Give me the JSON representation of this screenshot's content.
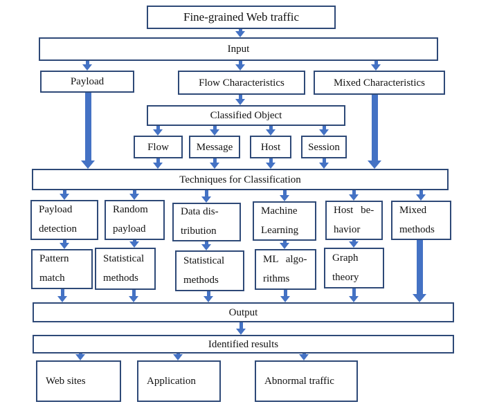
{
  "colors": {
    "border": "#2e4977",
    "arrow": "#4472c4",
    "text": "#111111"
  },
  "nodes": {
    "title": "Fine-grained Web traffic",
    "input": "Input",
    "payload": "Payload",
    "flow_characteristics": "Flow Characteristics",
    "mixed_characteristics": "Mixed Characteristics",
    "classified_object": "Classified Object",
    "objects": [
      "Flow",
      "Message",
      "Host",
      "Session"
    ],
    "techniques_header": "Techniques for Classification",
    "technique_row1": [
      {
        "lines": [
          "Payload",
          "detection"
        ]
      },
      {
        "lines": [
          "Random",
          "payload"
        ]
      },
      {
        "lines": [
          "Data dis-",
          "tribution"
        ]
      },
      {
        "lines": [
          "Machine",
          "Learning"
        ]
      },
      {
        "lines": [
          "Host be-",
          "havior"
        ]
      },
      {
        "lines": [
          "Mixed",
          "methods"
        ]
      }
    ],
    "technique_row2": [
      {
        "lines": [
          "Pattern",
          "match"
        ]
      },
      {
        "lines": [
          "Statistical",
          "methods"
        ]
      },
      {
        "lines": [
          "Statistical",
          "methods"
        ]
      },
      {
        "lines": [
          "ML algo-",
          "rithms"
        ]
      },
      {
        "lines": [
          "Graph",
          "theory"
        ]
      }
    ],
    "output": "Output",
    "identified_results": "Identified results",
    "results": [
      "Web sites",
      "Application",
      "Abnormal traffic"
    ]
  }
}
